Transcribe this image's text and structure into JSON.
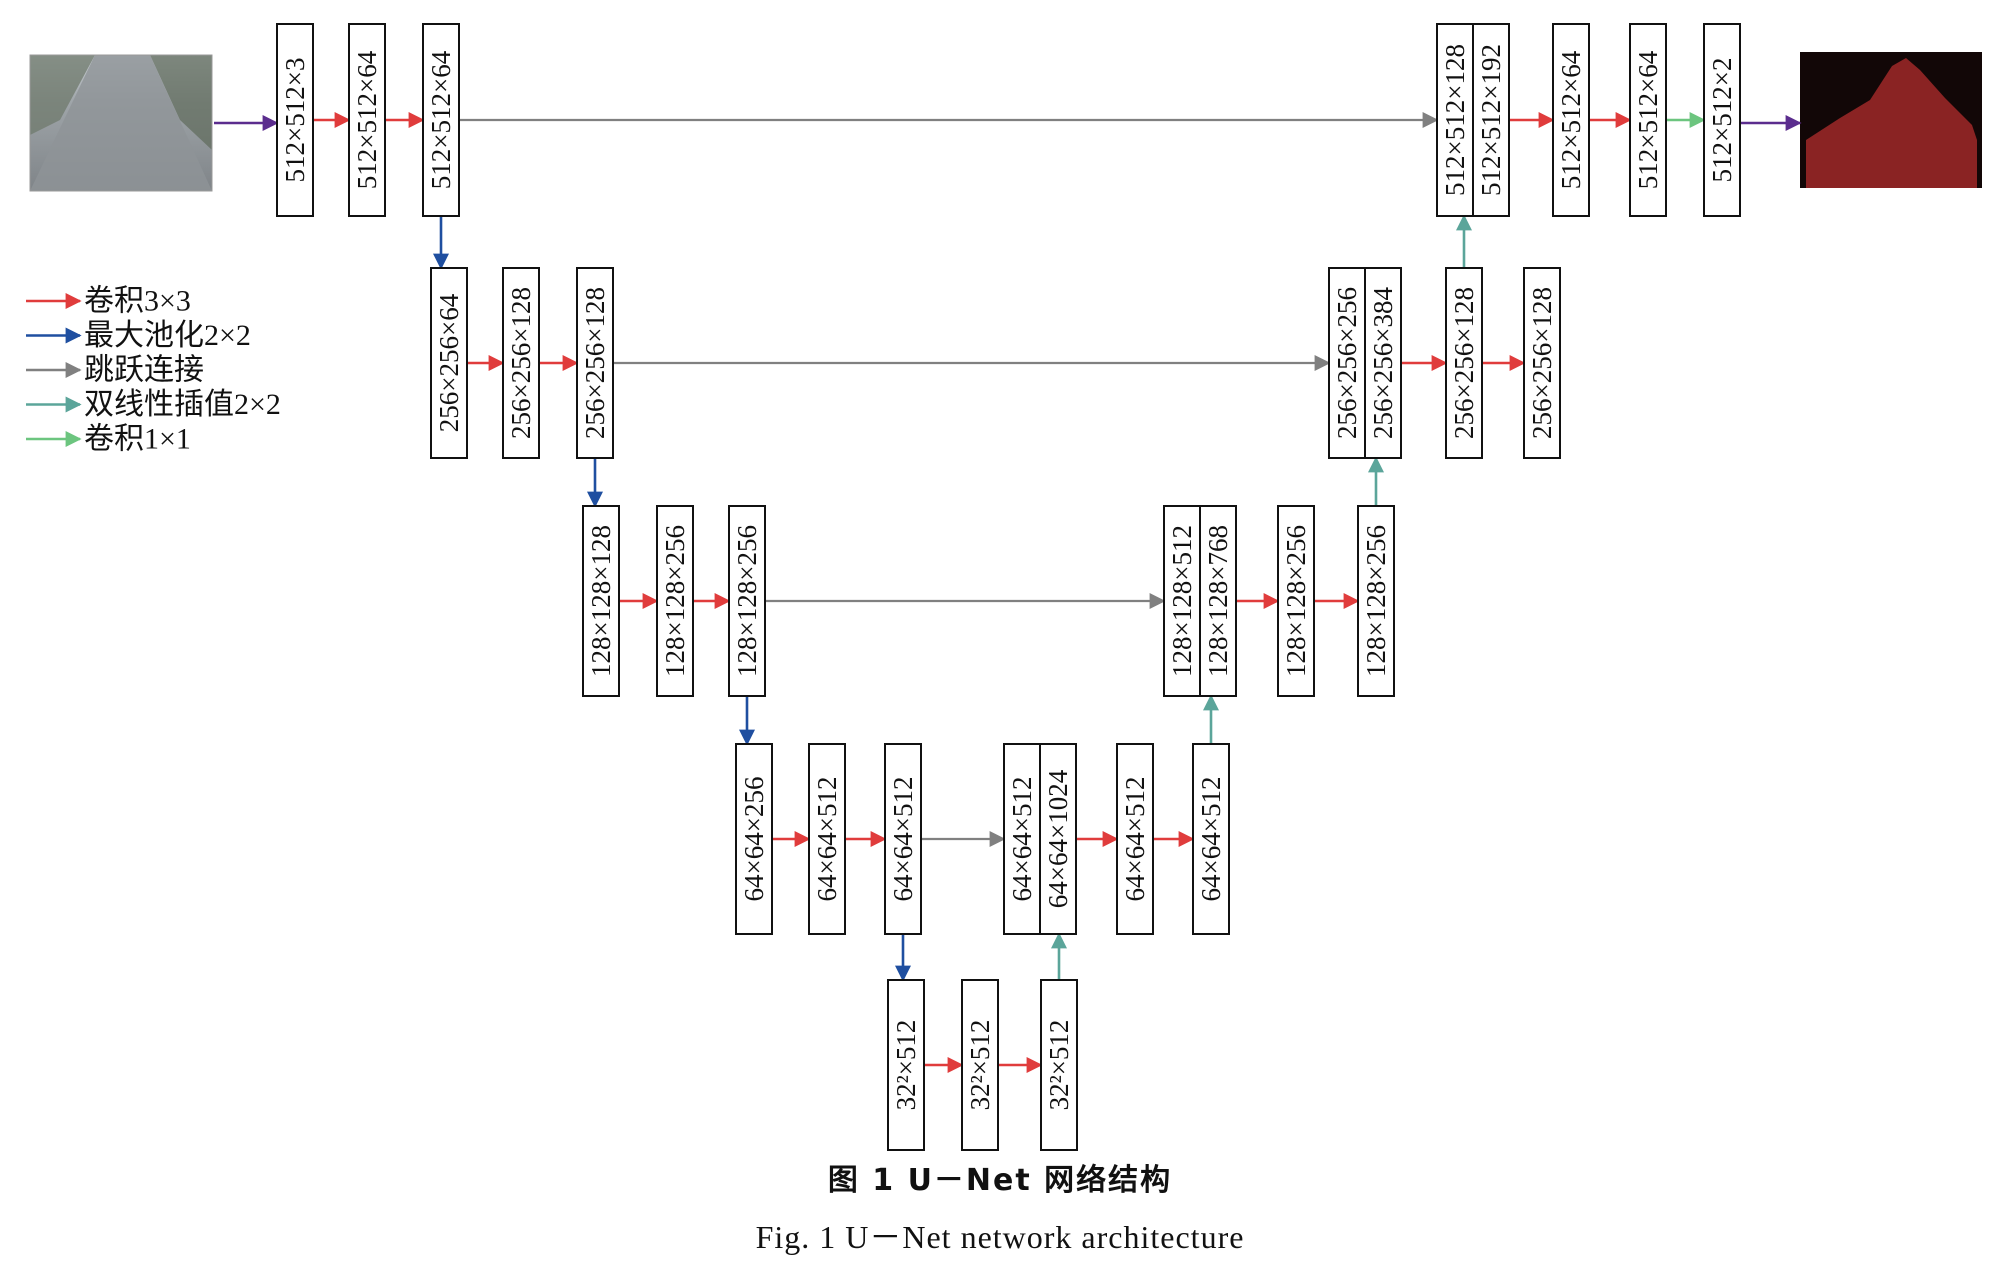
{
  "colors": {
    "conv3": "#e03c3c",
    "pool": "#1f4fa0",
    "skip": "#808080",
    "upsample": "#5ba59a",
    "conv1": "#6cc57f",
    "io": "#5b2d8e",
    "mask_bg": "#120707",
    "mask_fg": "#8a2323",
    "road_sky": "#b5bdc3",
    "road_surface": "#8d9196"
  },
  "images": {
    "input": "input-road-photo",
    "output": "output-segmentation-mask"
  },
  "legend": [
    {
      "key": "conv3",
      "label": "卷积3×3"
    },
    {
      "key": "pool",
      "label": "最大池化2×2"
    },
    {
      "key": "skip",
      "label": "跳跃连接"
    },
    {
      "key": "upsample",
      "label": "双线性插值2×2"
    },
    {
      "key": "conv1",
      "label": "卷积1×1"
    }
  ],
  "blocks": {
    "enc1a": "512×512×3",
    "enc1b": "512×512×64",
    "enc1c": "512×512×64",
    "enc2a": "256×256×64",
    "enc2b": "256×256×128",
    "enc2c": "256×256×128",
    "enc3a": "128×128×128",
    "enc3b": "128×128×256",
    "enc3c": "128×128×256",
    "enc4a": "64×64×256",
    "enc4b": "64×64×512",
    "enc4c": "64×64×512",
    "bot_a": "32²×512",
    "bot_b": "32²×512",
    "bot_c": "32²×512",
    "dec4_skip": "64×64×512",
    "dec4_cat": "64×64×1024",
    "dec4b": "64×64×512",
    "dec4c": "64×64×512",
    "dec3_skip": "128×128×512",
    "dec3_cat": "128×128×768",
    "dec3b": "128×128×256",
    "dec3c": "128×128×256",
    "dec2_skip": "256×256×256",
    "dec2_cat": "256×256×384",
    "dec2b": "256×256×128",
    "dec2c": "256×256×128",
    "dec1_skip": "512×512×128",
    "dec1_cat": "512×512×192",
    "dec1b": "512×512×64",
    "dec1c": "512×512×64",
    "out": "512×512×2"
  },
  "caption": {
    "zh": "图 1  U－Net 网络结构",
    "en": "Fig. 1  U－Net network architecture"
  }
}
